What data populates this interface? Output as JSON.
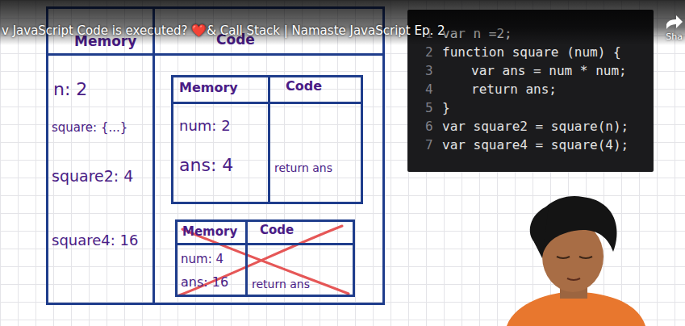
{
  "diagram": {
    "nodes": [
      {
        "text": [
          "Memory",
          "Code",
          "n: 2",
          "square: {...}",
          "square2: 4",
          "square4: 16"
        ]
      },
      {
        "text": [
          "Memory",
          "Code",
          "num: 2",
          "ans: 4",
          "return ans"
        ],
        "in": 0
      },
      {
        "text": [
          "Memory",
          "Code",
          "num: 4",
          "ans: 16",
          "return ans"
        ],
        "in": 0
      },
      {
        "text": [
          "1",
          "var n =2;",
          "2",
          "function square (num) {",
          "3",
          "var ans = num * num;",
          "4",
          "return ans;",
          "5",
          "}",
          "6",
          "var square2 = square(n);",
          "7",
          "var square4 = square(4);"
        ]
      }
    ],
    "labels": [
      "v JavaScript Code is executed? ❤️& Call Stack | Namaste JavaScript Ep. 2",
      "Sha"
    ]
  }
}
